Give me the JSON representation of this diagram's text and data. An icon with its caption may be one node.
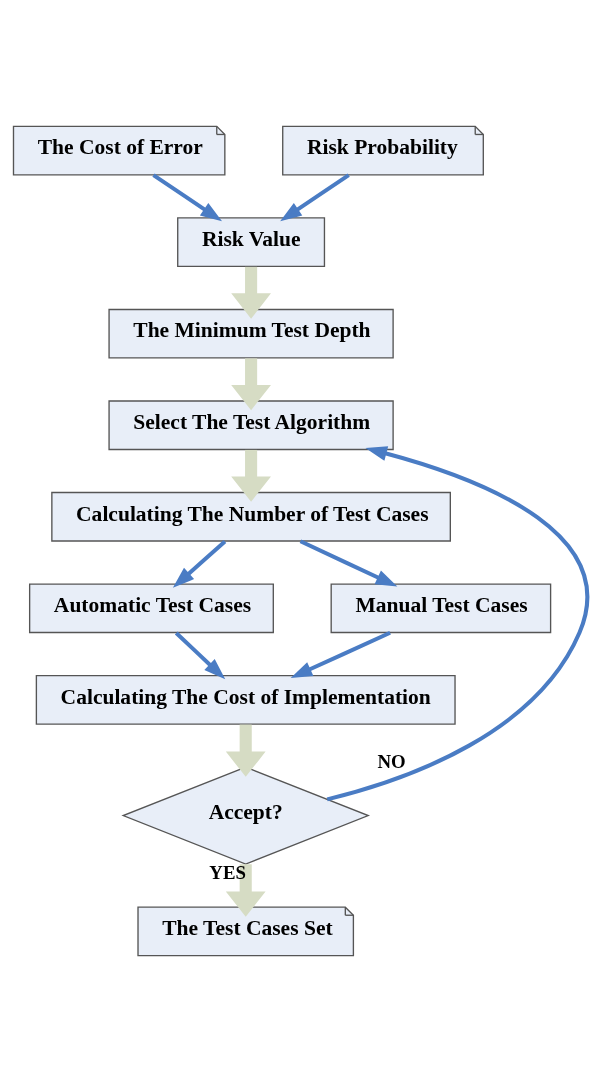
{
  "diagram": {
    "nodes": [
      {
        "text": [
          "The Cost of Error"
        ]
      },
      {
        "text": [
          "Risk Probability"
        ]
      },
      {
        "text": [
          "Risk Value"
        ]
      },
      {
        "text": [
          "The Minimum Test Depth"
        ]
      },
      {
        "text": [
          "Select The Test Algorithm"
        ]
      },
      {
        "text": [
          "Calculating The Number of Test Cases"
        ]
      },
      {
        "text": [
          "Automatic Test Cases"
        ]
      },
      {
        "text": [
          "Manual Test Cases"
        ]
      },
      {
        "text": [
          "Calculating The Cost of Implementation"
        ]
      },
      {
        "text": [
          "Accept?"
        ]
      },
      {
        "text": [
          "The Test Cases Set"
        ]
      }
    ],
    "edges": [
      {
        "from": 0,
        "to": 2,
        "arrow": "to"
      },
      {
        "from": 1,
        "to": 2,
        "arrow": "to"
      },
      {
        "from": 2,
        "to": 3,
        "arrow": "to",
        "style": "thick",
        "color": "#d6dcc4"
      },
      {
        "from": 3,
        "to": 4,
        "arrow": "to",
        "style": "thick",
        "color": "#d6dcc4"
      },
      {
        "from": 4,
        "to": 5,
        "arrow": "to",
        "style": "thick",
        "color": "#d6dcc4"
      },
      {
        "from": 5,
        "to": 6,
        "arrow": "to"
      },
      {
        "from": 5,
        "to": 7,
        "arrow": "to"
      },
      {
        "from": 6,
        "to": 8,
        "arrow": "to"
      },
      {
        "from": 7,
        "to": 8,
        "arrow": "to"
      },
      {
        "from": 8,
        "to": 9,
        "arrow": "to",
        "style": "thick",
        "color": "#d6dcc4"
      },
      {
        "from": 9,
        "to": 4,
        "arrow": "to",
        "label": "NO"
      },
      {
        "from": 9,
        "to": 10,
        "arrow": "to",
        "label": "YES",
        "style": "thick",
        "color": "#d6dcc4"
      }
    ]
  }
}
